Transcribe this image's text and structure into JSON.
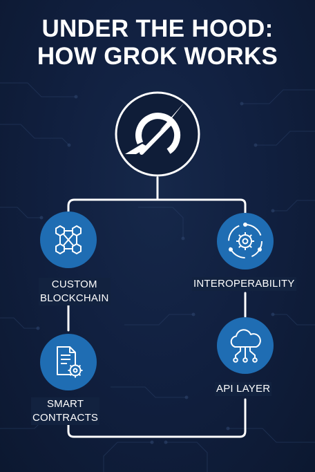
{
  "title": {
    "line1": "UNDER THE HOOD:",
    "line2": "HOW GROK WORKS"
  },
  "hub": {
    "icon": "grok-logo-icon"
  },
  "nodes": {
    "custom_blockchain": {
      "label_line1": "CUSTOM",
      "label_line2": "BLOCKCHAIN",
      "icon": "blockchain-network-icon"
    },
    "smart_contracts": {
      "label_line1": "SMART",
      "label_line2": "CONTRACTS",
      "icon": "document-gear-icon"
    },
    "interoperability": {
      "label": "INTEROPERABILITY",
      "icon": "gear-cycle-icon"
    },
    "api_layer": {
      "label": "API LAYER",
      "icon": "cloud-network-icon"
    }
  },
  "colors": {
    "background": "#0f1b33",
    "node_fill": "#1f6db3",
    "line": "#ffffff",
    "text": "#ffffff"
  }
}
